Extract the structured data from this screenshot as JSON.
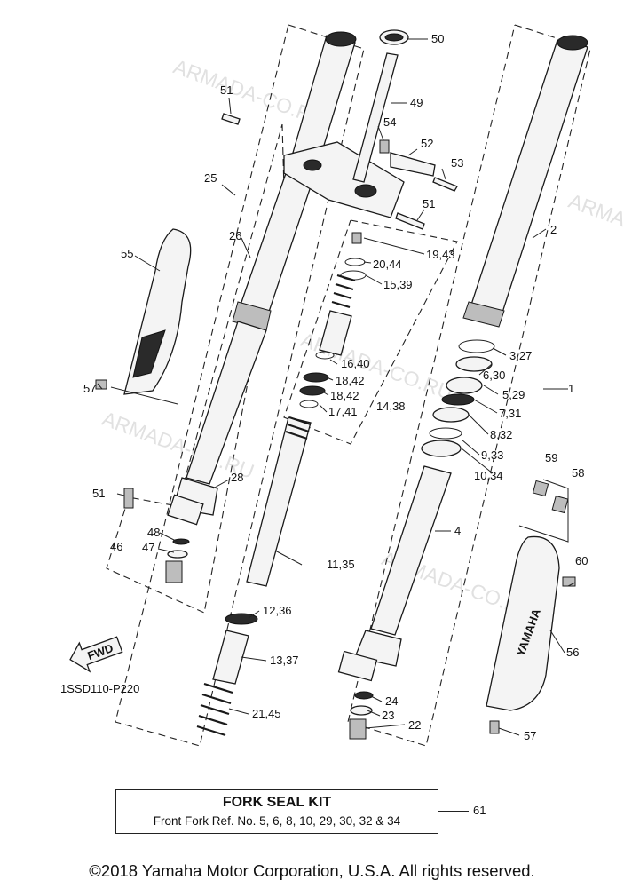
{
  "watermark": "ARMADA-CO.RU",
  "drawing_code": "1SSD110-P220",
  "fwd_label": "FWD",
  "brand_mark": "YAMAHA",
  "kit": {
    "title": "FORK SEAL KIT",
    "description": "Front Fork Ref. No. 5, 6, 8, 10, 29, 30, 32 & 34",
    "ref": "61"
  },
  "copyright": "©2018 Yamaha Motor Corporation, U.S.A. All rights reserved.",
  "callouts": [
    {
      "id": "50",
      "text": "50"
    },
    {
      "id": "49",
      "text": "49"
    },
    {
      "id": "51a",
      "text": "51"
    },
    {
      "id": "54",
      "text": "54"
    },
    {
      "id": "52",
      "text": "52"
    },
    {
      "id": "53",
      "text": "53"
    },
    {
      "id": "51b",
      "text": "51"
    },
    {
      "id": "25",
      "text": "25"
    },
    {
      "id": "26",
      "text": "26"
    },
    {
      "id": "55",
      "text": "55"
    },
    {
      "id": "2",
      "text": "2"
    },
    {
      "id": "19-43",
      "text": "19,43"
    },
    {
      "id": "20-44",
      "text": "20,44"
    },
    {
      "id": "15-39",
      "text": "15,39"
    },
    {
      "id": "3-27",
      "text": "3,27"
    },
    {
      "id": "16-40",
      "text": "16,40"
    },
    {
      "id": "6-30",
      "text": "6,30"
    },
    {
      "id": "18-42a",
      "text": "18,42"
    },
    {
      "id": "18-42b",
      "text": "18,42"
    },
    {
      "id": "5-29",
      "text": "5,29"
    },
    {
      "id": "14-38",
      "text": "14,38"
    },
    {
      "id": "17-41",
      "text": "17,41"
    },
    {
      "id": "1",
      "text": "1"
    },
    {
      "id": "7-31",
      "text": "7,31"
    },
    {
      "id": "8-32",
      "text": "8,32"
    },
    {
      "id": "57a",
      "text": "57"
    },
    {
      "id": "9-33",
      "text": "9,33"
    },
    {
      "id": "10-34",
      "text": "10,34"
    },
    {
      "id": "59",
      "text": "59"
    },
    {
      "id": "58",
      "text": "58"
    },
    {
      "id": "28",
      "text": "28"
    },
    {
      "id": "51c",
      "text": "51"
    },
    {
      "id": "4",
      "text": "4"
    },
    {
      "id": "48",
      "text": "48"
    },
    {
      "id": "46",
      "text": "46"
    },
    {
      "id": "47",
      "text": "47"
    },
    {
      "id": "60",
      "text": "60"
    },
    {
      "id": "11-35",
      "text": "11,35"
    },
    {
      "id": "12-36",
      "text": "12,36"
    },
    {
      "id": "56",
      "text": "56"
    },
    {
      "id": "13-37",
      "text": "13,37"
    },
    {
      "id": "24",
      "text": "24"
    },
    {
      "id": "23",
      "text": "23"
    },
    {
      "id": "22",
      "text": "22"
    },
    {
      "id": "21-45",
      "text": "21,45"
    },
    {
      "id": "57b",
      "text": "57"
    }
  ]
}
